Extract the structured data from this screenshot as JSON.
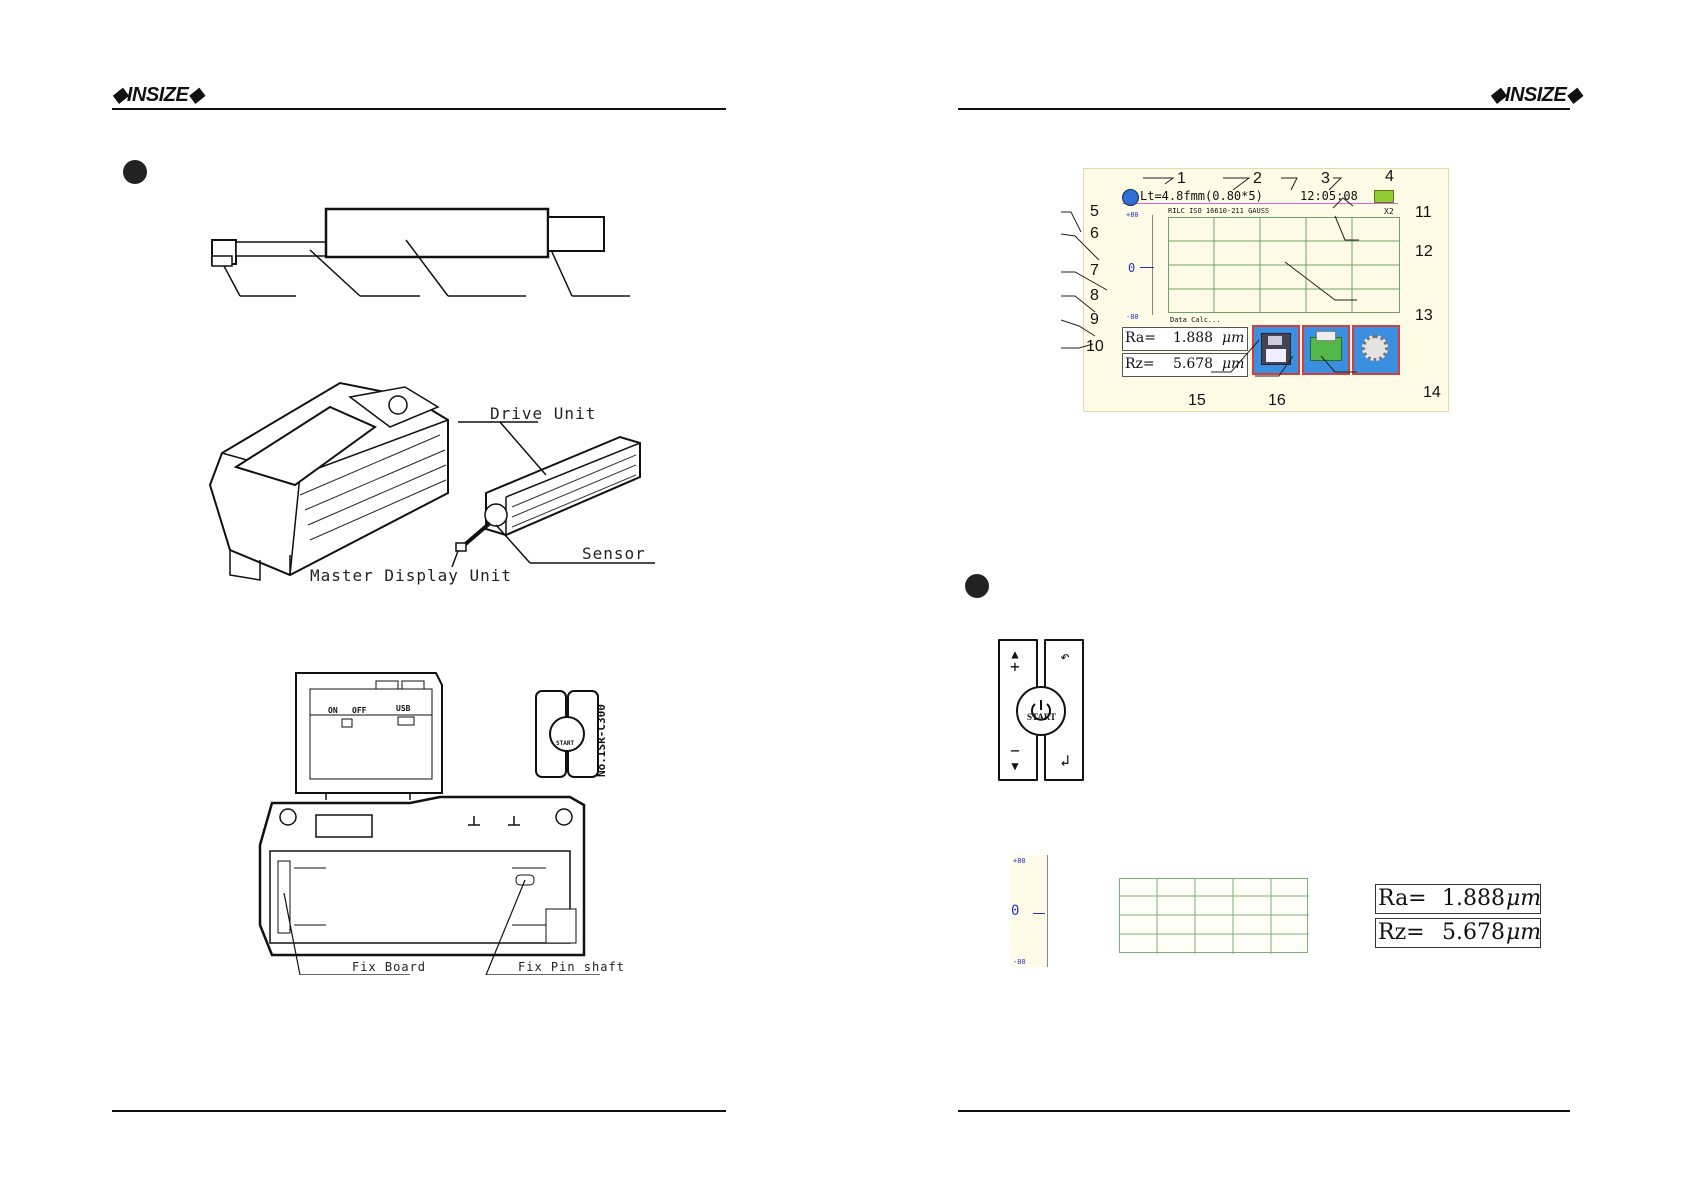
{
  "brand": "INSIZE",
  "left": {
    "figure2": {
      "drive_unit": "Drive Unit",
      "sensor": "Sensor",
      "master_display": "Master Display Unit"
    },
    "figure3": {
      "switch_on": "ON",
      "switch_off": "OFF",
      "usb": "USB",
      "model": "No.ISR-C300",
      "keypad_start": "START",
      "fix_board": "Fix Board",
      "fix_pin": "Fix Pin shaft"
    }
  },
  "right": {
    "screen": {
      "status": "Lt=4.8fmm(0.80*5)",
      "time": "12:05:08",
      "standard": "RILC ISO 16610-211 GAUSS",
      "zoom": "X2",
      "scale_top": "+80",
      "scale_zero": "0",
      "scale_bottom": "-80",
      "calc": "Data Calc...",
      "ra_label": "Ra=",
      "ra_value": "1.888",
      "rz_label": "Rz=",
      "rz_value": "5.678",
      "unit": "μm"
    },
    "callouts": [
      "1",
      "2",
      "3",
      "4",
      "5",
      "6",
      "7",
      "8",
      "9",
      "10",
      "11",
      "12",
      "13",
      "14",
      "15",
      "16"
    ],
    "keypad": {
      "start": "START"
    },
    "detail": {
      "scale_top": "+80",
      "scale_zero": "0",
      "scale_bottom": "-80",
      "ra_label": "Ra=",
      "ra_value": "1.888",
      "rz_label": "Rz=",
      "rz_value": "5.678",
      "unit": "μm"
    }
  }
}
